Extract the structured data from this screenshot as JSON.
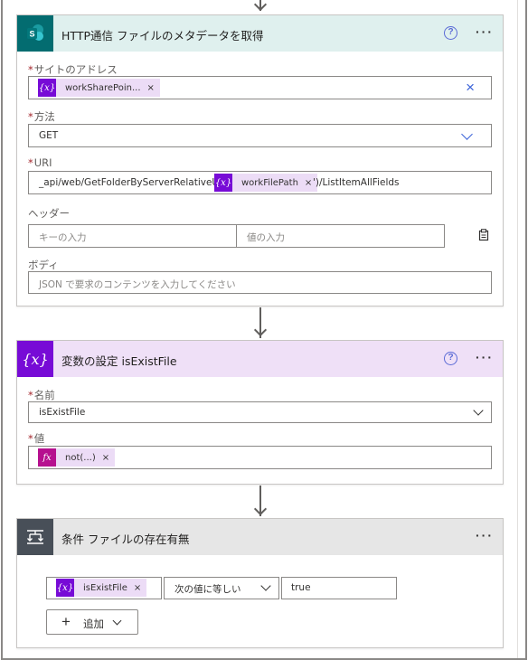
{
  "http_card": {
    "title": "HTTP通信 ファイルのメタデータを取得",
    "icon": "sharepoint-icon",
    "header_color": "#dff0ee",
    "icon_color": "#036c70",
    "site_label": "サイトのアドレス",
    "site_token": "workSharePoin...",
    "method_label": "方法",
    "method_value": "GET",
    "uri_label": "URI",
    "uri_prefix": "_api/web/GetFolderByServerRelativeUrl('",
    "uri_token": "workFilePath",
    "uri_suffix": "')/ListItemAllFields",
    "header_label": "ヘッダー",
    "header_key_placeholder": "キーの入力",
    "header_value_placeholder": "値の入力",
    "body_label": "ボディ",
    "body_placeholder": "JSON で要求のコンテンツを入力してください"
  },
  "variable_card": {
    "title": "変数の設定 isExistFile",
    "icon": "variable-icon",
    "header_color": "#efe0f7",
    "icon_color": "#770bd6",
    "name_label": "名前",
    "name_value": "isExistFile",
    "value_label": "値",
    "value_token": "not(...)"
  },
  "condition_card": {
    "title": "条件 ファイルの存在有無",
    "icon": "condition-icon",
    "header_color": "#e6e6e6",
    "icon_color": "#484f58",
    "left_token": "isExistFile",
    "operator": "次の値に等しい",
    "right_value": "true",
    "add_label": "追加"
  },
  "common": {
    "required_mark": "*",
    "close_mark": "×",
    "help_mark": "?",
    "more_mark": "···",
    "var_mark": "{x}",
    "fx_mark": "fx",
    "plus_mark": "+"
  }
}
